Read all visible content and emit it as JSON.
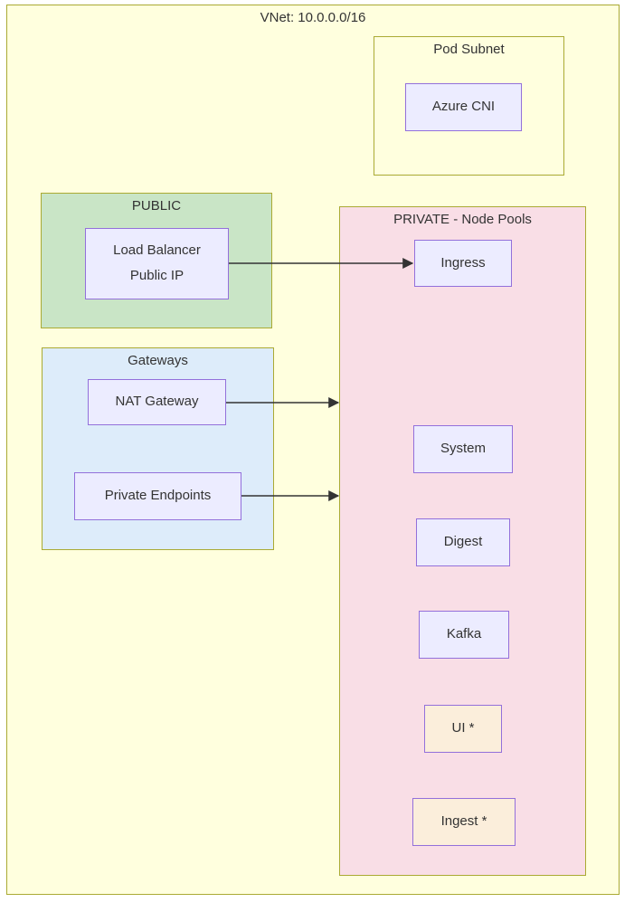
{
  "diagram": {
    "title": "VNet: 10.0.0.0/16",
    "clusters": {
      "pod_subnet": {
        "title": "Pod Subnet"
      },
      "public": {
        "title": "PUBLIC"
      },
      "gateways": {
        "title": "Gateways"
      },
      "private": {
        "title": "PRIVATE - Node Pools"
      }
    },
    "nodes": {
      "azure_cni": {
        "label": "Azure CNI"
      },
      "load_balancer": {
        "line1": "Load Balancer",
        "line2": "Public IP"
      },
      "nat_gateway": {
        "label": "NAT Gateway"
      },
      "private_endpoints": {
        "label": "Private Endpoints"
      },
      "ingress": {
        "label": "Ingress"
      },
      "system": {
        "label": "System"
      },
      "digest": {
        "label": "Digest"
      },
      "kafka": {
        "label": "Kafka"
      },
      "ui": {
        "label": "UI *"
      },
      "ingest": {
        "label": "Ingest *"
      }
    },
    "edges": [
      {
        "from": "Load Balancer Public IP",
        "to": "Ingress"
      },
      {
        "from": "NAT Gateway",
        "to": "PRIVATE - Node Pools"
      },
      {
        "from": "Private Endpoints",
        "to": "PRIVATE - Node Pools"
      }
    ],
    "colors": {
      "cluster_yellow": "#FFFFDE",
      "cluster_green": "#C9E5C6",
      "cluster_blue": "#DDECFA",
      "cluster_pink": "#F9DEE6",
      "cluster_border": "#AAAA33",
      "node_lavender": "#ECECFF",
      "node_cream": "#FBEEDB",
      "node_border": "#9370DB",
      "text": "#333333",
      "arrow": "#333333"
    }
  }
}
